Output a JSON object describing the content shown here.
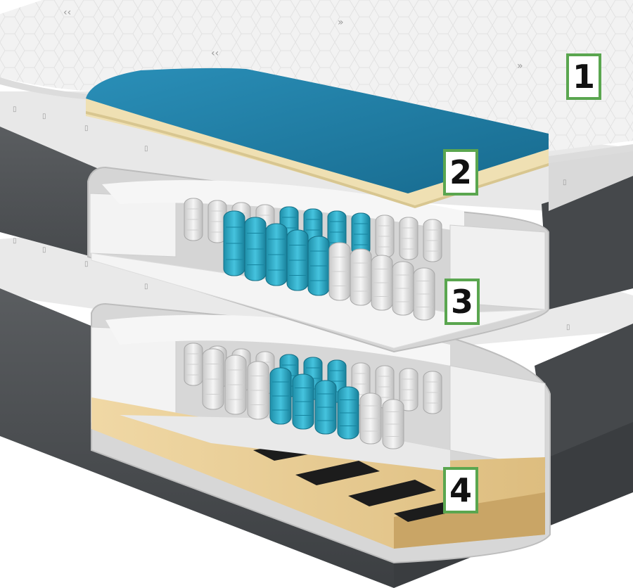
{
  "image": {
    "kind": "mattress cross-section illustration"
  },
  "layer_markers": [
    {
      "id": "m1",
      "label": "1",
      "name": "topper-marker"
    },
    {
      "id": "m2",
      "label": "2",
      "name": "comfort-foam-marker"
    },
    {
      "id": "m3",
      "label": "3",
      "name": "upper-pocket-spring-marker"
    },
    {
      "id": "m4",
      "label": "4",
      "name": "base-spring-marker"
    }
  ],
  "colors": {
    "marker_border": "#5aa64f",
    "topper_fabric": "#f2f2f2",
    "memory_foam": "#1f7fa6",
    "latex_foam": "#efe0b3",
    "spring_white": "#e4e4e4",
    "spring_teal": "#2aa8c4",
    "upholstery": "#4a4d50",
    "wood_base": "#e8cd94"
  }
}
